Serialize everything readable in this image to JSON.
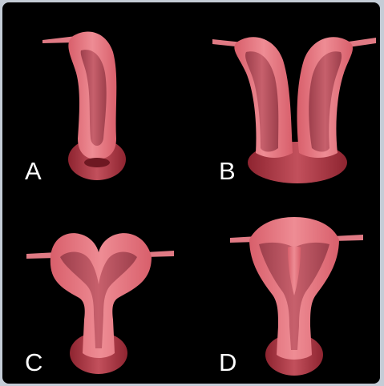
{
  "panels": [
    {
      "id": "A",
      "label": "A"
    },
    {
      "id": "B",
      "label": "B"
    },
    {
      "id": "C",
      "label": "C"
    },
    {
      "id": "D",
      "label": "D"
    }
  ],
  "colors": {
    "background": "#000000",
    "frame_border": "#c4ccd6",
    "tissue": "#e26d78",
    "tissue_light": "#ee8f96",
    "cavity": "#b5505d",
    "cervix": "#a8303c",
    "label": "#ffffff"
  }
}
